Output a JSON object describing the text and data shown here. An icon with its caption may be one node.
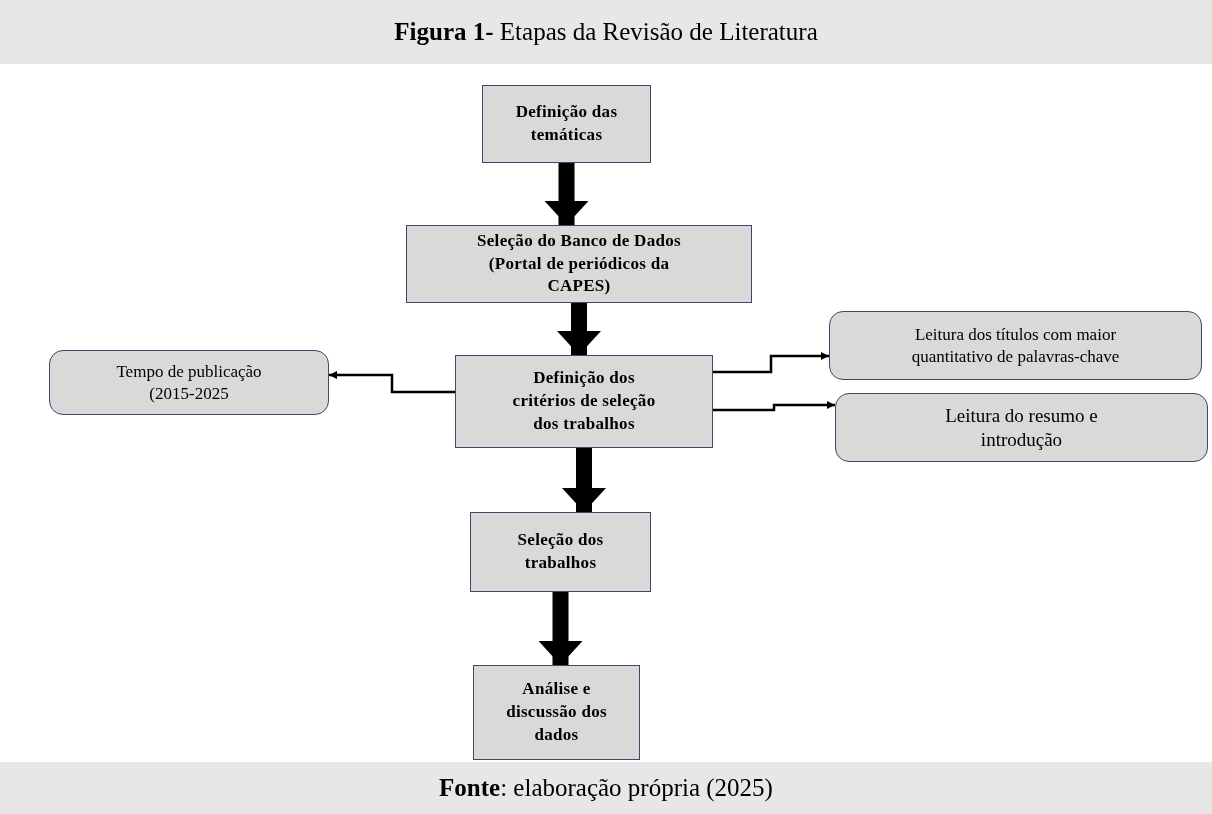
{
  "diagram": {
    "title": "**Figura 1-** Etapas da Revisão de Literatura",
    "caption": "**Fonte**: elaboração própria (2025)",
    "nodes": [
      {
        "text": [
          "Definição das temáticas"
        ]
      },
      {
        "text": [
          "Seleção do Banco de Dados (Portal de periódicos da CAPES)"
        ]
      },
      {
        "text": [
          "Tempo de publicação (2015-2025"
        ]
      },
      {
        "text": [
          "Definição dos critérios de seleção dos trabalhos"
        ]
      },
      {
        "text": [
          "Leitura dos títulos com maior quantitativo de palavras-chave"
        ]
      },
      {
        "text": [
          "Leitura do resumo e introdução"
        ]
      },
      {
        "text": [
          "Seleção dos trabalhos"
        ]
      },
      {
        "text": [
          "Análise e discussão dos dados"
        ]
      }
    ],
    "edges": [
      {
        "from": 0,
        "to": 1,
        "arrow": "to"
      },
      {
        "from": 1,
        "to": 3,
        "arrow": "to"
      },
      {
        "from": 3,
        "to": 2,
        "arrow": "to"
      },
      {
        "from": 3,
        "to": 4,
        "arrow": "to"
      },
      {
        "from": 3,
        "to": 5,
        "arrow": "to"
      },
      {
        "from": 3,
        "to": 6,
        "arrow": "to"
      },
      {
        "from": 6,
        "to": 7,
        "arrow": "to"
      }
    ]
  }
}
